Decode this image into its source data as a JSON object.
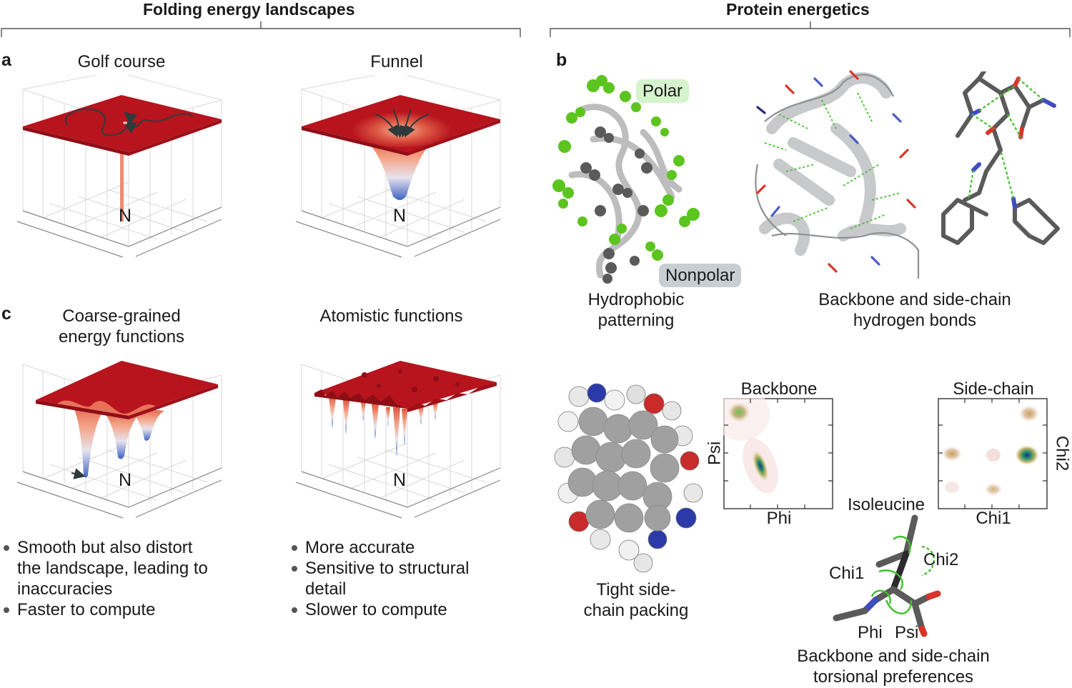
{
  "sections": {
    "left_title": "Folding energy landscapes",
    "right_title": "Protein energetics"
  },
  "panels": {
    "a": {
      "letter": "a",
      "golf_title": "Golf course",
      "funnel_title": "Funnel",
      "native_label": "N"
    },
    "b": {
      "letter": "b",
      "polar_tag": "Polar",
      "nonpolar_tag": "Nonpolar",
      "hydrophobic_caption_1": "Hydrophobic",
      "hydrophobic_caption_2": "patterning",
      "hbond_caption_1": "Backbone and side-chain",
      "hbond_caption_2": "hydrogen bonds",
      "packing_caption_1": "Tight side-",
      "packing_caption_2": "chain packing",
      "backbone_plot_title": "Backbone",
      "backbone_plot_x": "Phi",
      "backbone_plot_y": "Psi",
      "sidechain_plot_title": "Side-chain",
      "sidechain_plot_x": "Chi1",
      "sidechain_plot_y": "Chi2",
      "residue_name": "Isoleucine",
      "torsion_chi1": "Chi1",
      "torsion_chi2": "Chi2",
      "torsion_phi": "Phi",
      "torsion_psi": "Psi",
      "torsion_caption_1": "Backbone and side-chain",
      "torsion_caption_2": "torsional preferences"
    },
    "c": {
      "letter": "c",
      "coarse_title_1": "Coarse-grained",
      "coarse_title_2": "energy functions",
      "atomistic_title": "Atomistic functions",
      "native_label": "N",
      "coarse_bullets": [
        "Smooth but also distort",
        "the landscape, leading to",
        "inaccuracies",
        "Faster to compute"
      ],
      "atomistic_bullets": [
        "More accurate",
        "Sensitive to structural",
        "detail",
        "Slower to compute"
      ]
    }
  },
  "colors": {
    "surface_red": "#b8141e",
    "surface_deep": "#8e0e16",
    "well_orange": "#f0937a",
    "well_blue": "#4a6cc8",
    "polar_green": "#5cc41e",
    "nonpolar_gray": "#5a5a5a",
    "polar_tag_bg": "#d5f3cc",
    "nonpolar_tag_bg": "#c8cfd3",
    "hbond_green": "#3fbf2a",
    "ribbon_gray": "#c7c9cb"
  }
}
